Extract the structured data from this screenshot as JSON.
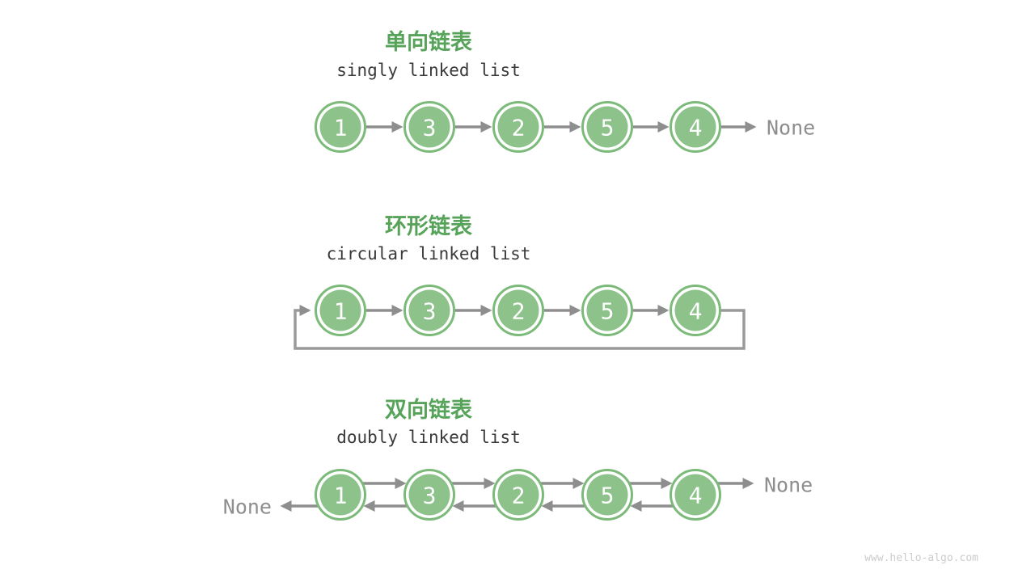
{
  "page": {
    "watermark": "www.hello-algo.com"
  },
  "colors": {
    "node_fill": "#8DC28B",
    "node_ring": "#7CBA7A",
    "arrow_gray": "#8E8E8E",
    "loop_gray": "#9A9A9A",
    "title_green": "#57A35A",
    "subtitle_text": "#3A3A3A",
    "none_text": "#8E8E8E",
    "watermark_gray": "#CBCBCB",
    "node_value_text": "#FFFFFF"
  },
  "sections": [
    {
      "title": "单向链表",
      "subtitle": "singly linked list",
      "nodes": [
        "1",
        "3",
        "2",
        "5",
        "4"
      ],
      "tail_label": "None"
    },
    {
      "title": "环形链表",
      "subtitle": "circular linked list",
      "nodes": [
        "1",
        "3",
        "2",
        "5",
        "4"
      ]
    },
    {
      "title": "双向链表",
      "subtitle": "doubly linked list",
      "nodes": [
        "1",
        "3",
        "2",
        "5",
        "4"
      ],
      "head_label": "None",
      "tail_label": "None"
    }
  ]
}
